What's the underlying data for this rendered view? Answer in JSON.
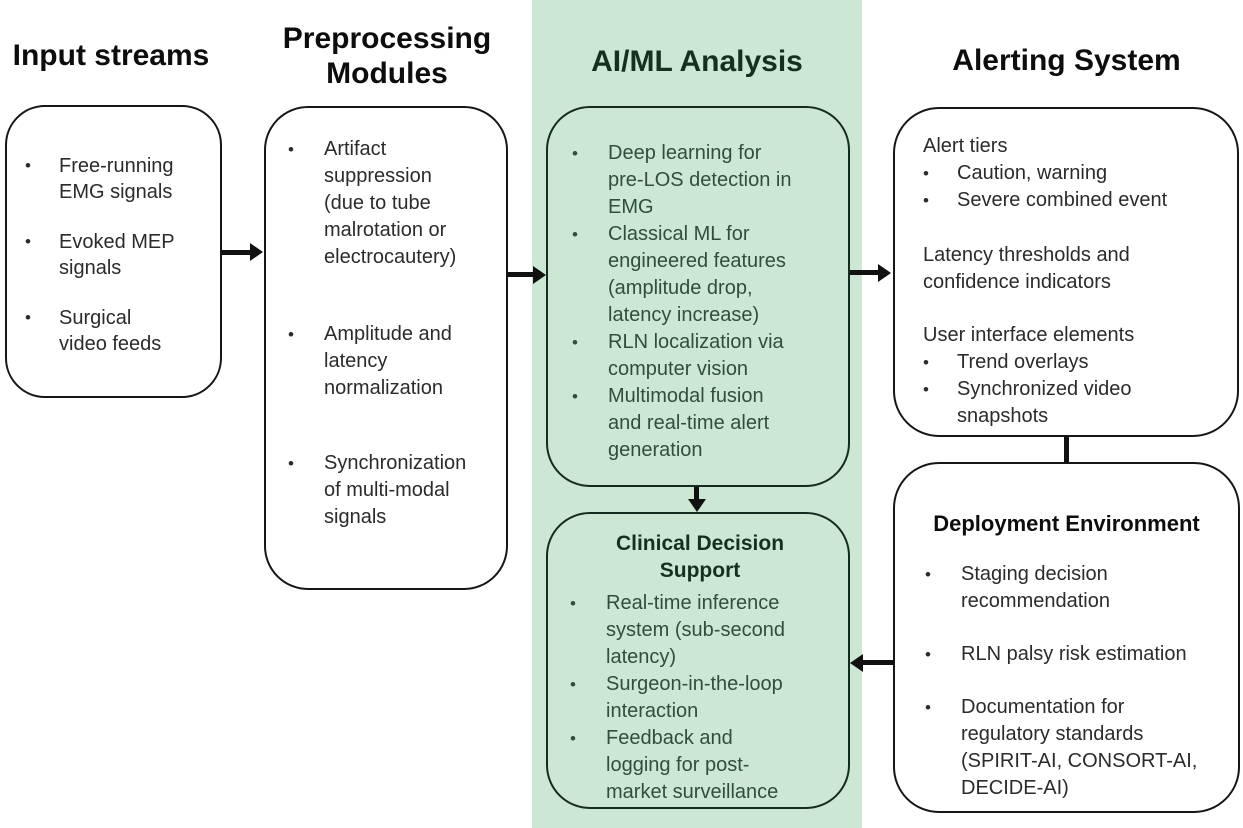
{
  "titles": {
    "input_streams": "Input streams",
    "preprocessing": "Preprocessing\nModules",
    "aiml": "AI/ML Analysis",
    "alerting": "Alerting System"
  },
  "glyphs": {
    "bullet": "•"
  },
  "colors": {
    "highlight_band": "#cce8d4",
    "green_title_text": "#15301f",
    "green_body_text": "#2f4f3c",
    "box_border": "#161616",
    "green_box_border": "#142c1d",
    "body_text": "#2b2b2b",
    "title_text": "#0d0d0d",
    "arrow": "#111111"
  },
  "boxes": {
    "input_streams": {
      "items": [
        "Free-running\nEMG signals",
        "Evoked MEP\nsignals",
        "Surgical\nvideo feeds"
      ]
    },
    "preprocessing": {
      "items": [
        "Artifact\nsuppression\n(due to tube\nmalrotation or\nelectrocautery)",
        "Amplitude and\nlatency\nnormalization",
        "Synchronization\nof multi-modal\nsignals"
      ]
    },
    "aiml": {
      "items": [
        "Deep learning for\npre-LOS detection in\nEMG",
        "Classical ML for\nengineered features\n(amplitude drop,\nlatency increase)",
        "RLN localization via\ncomputer vision",
        "Multimodal fusion\nand real-time alert\ngeneration"
      ]
    },
    "alerting": {
      "heading_alert_tiers": "Alert tiers",
      "tier_items": [
        "Caution, warning",
        "Severe combined event"
      ],
      "latency_text": "Latency thresholds and\nconfidence indicators",
      "heading_ui": "User interface elements",
      "ui_items": [
        "Trend overlays",
        "Synchronized video\nsnapshots"
      ]
    },
    "clinical_decision": {
      "title": "Clinical Decision\nSupport",
      "items": [
        "Real-time inference\nsystem (sub-second\nlatency)",
        "Surgeon-in-the-loop\ninteraction",
        "Feedback and\nlogging for post-\nmarket surveillance"
      ]
    },
    "deployment": {
      "title": "Deployment Environment",
      "items": [
        "Staging decision\nrecommendation",
        "RLN palsy risk estimation",
        "Documentation for\nregulatory standards\n(SPIRIT-AI, CONSORT-AI,\nDECIDE-AI)"
      ]
    }
  }
}
